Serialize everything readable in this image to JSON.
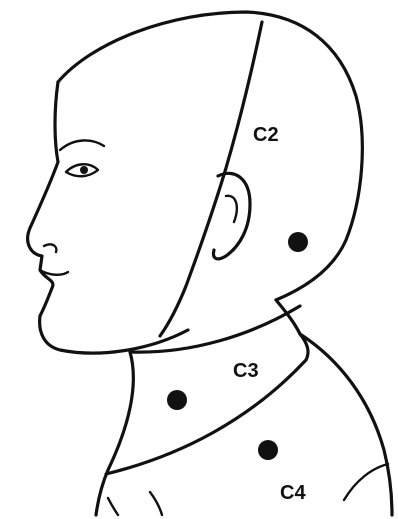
{
  "labels": {
    "c2": "C2",
    "c3": "C3",
    "c4": "C4"
  },
  "colors": {
    "ink": "#111111",
    "background": "#ffffff"
  }
}
